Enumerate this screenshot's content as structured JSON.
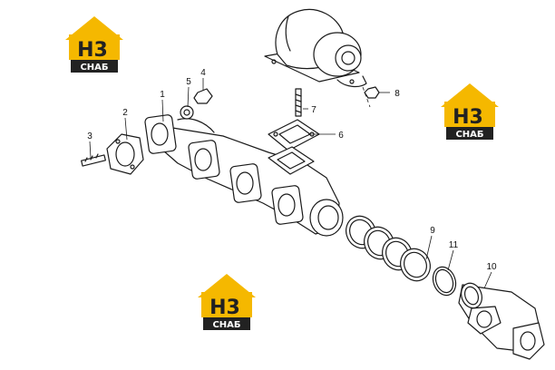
{
  "logo": {
    "mark": "H3",
    "word": "СНАБ",
    "accent_color": "#f5b800",
    "dark_color": "#222222"
  },
  "callouts": [
    "1",
    "2",
    "3",
    "4",
    "5",
    "6",
    "7",
    "8",
    "9",
    "10",
    "11"
  ]
}
